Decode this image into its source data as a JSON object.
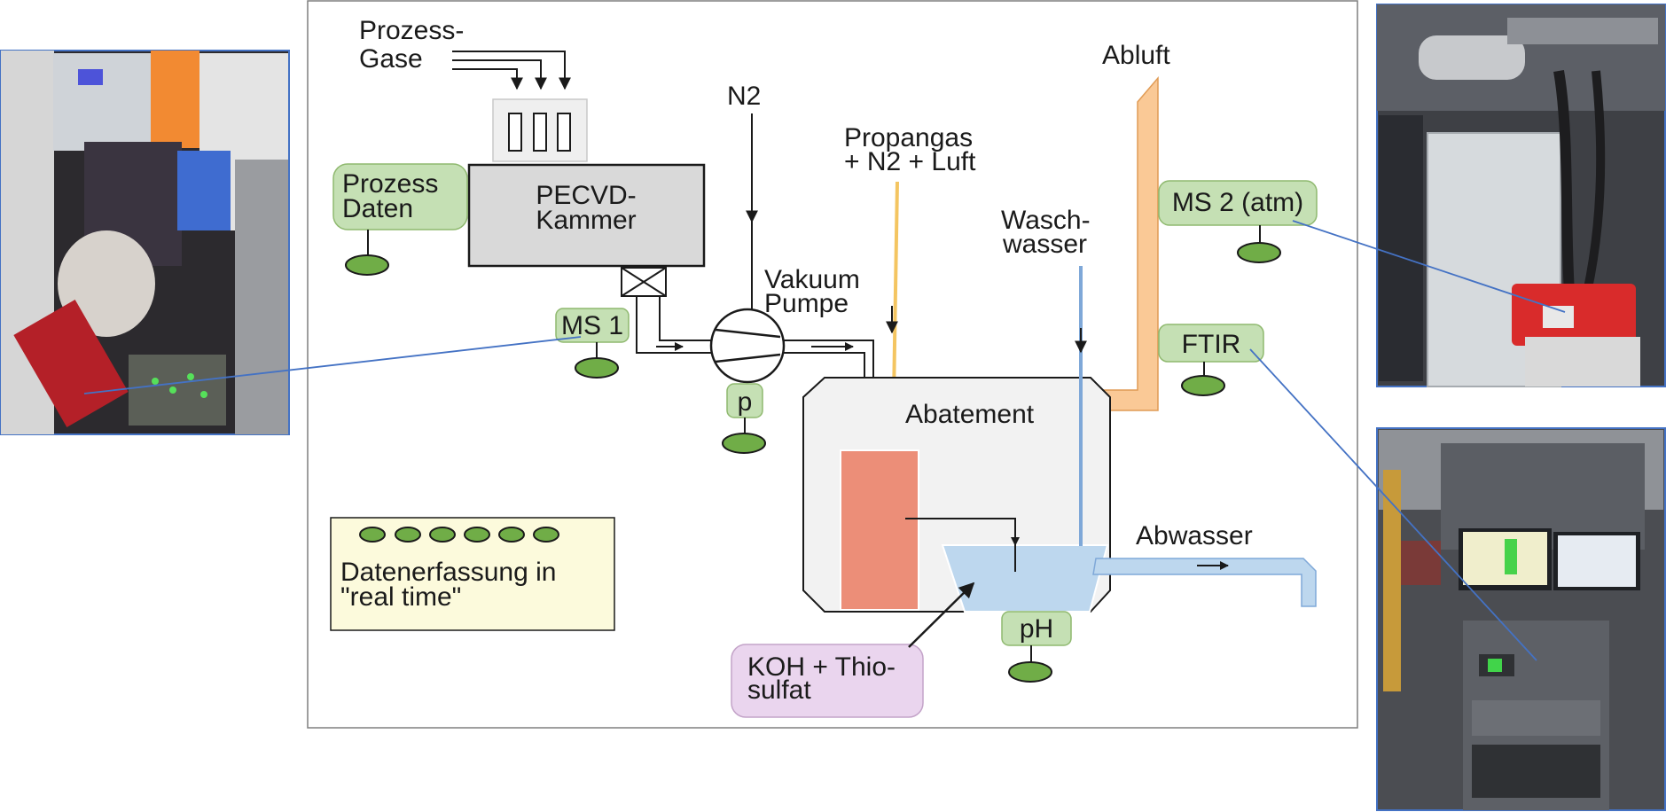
{
  "labels": {
    "prozess_gase_1": "Prozess-",
    "prozess_gase_2": "Gase",
    "n2": "N2",
    "kammer_1": "PECVD-",
    "kammer_2": "Kammer",
    "prozess_daten_1": "Prozess",
    "prozess_daten_2": "Daten",
    "ms1": "MS 1",
    "vakuum_1": "Vakuum",
    "vakuum_2": "Pumpe",
    "p": "p",
    "propangas_1": "Propangas",
    "propangas_2": "+ N2 + Luft",
    "abluft": "Abluft",
    "wasch_1": "Wasch-",
    "wasch_2": "wasser",
    "ms2": "MS 2 (atm)",
    "ftir": "FTIR",
    "abatement": "Abatement",
    "abwasser": "Abwasser",
    "ph": "pH",
    "koh_1": "KOH + Thio-",
    "koh_2": "sulfat",
    "daten_1": "Datenerfassung in",
    "daten_2": "\"real time\""
  },
  "colors": {
    "sensor_fill": "#c5e0b4",
    "sensor_stroke": "#8fb96f",
    "sensor_dot": "#70ad47",
    "chamber_fill": "#d9d9d9",
    "abatement_fill": "#f2f2f2",
    "reactor_fill": "#ec8e78",
    "water_fill": "#bdd7ee",
    "propan_line": "#f4c561",
    "abluft_fill": "#fac996",
    "koh_fill": "#ead5ee",
    "legend_fill": "#fcfadc",
    "photo_border": "#4472c4",
    "leader_line": "#4472c4"
  },
  "photos": {
    "left": "Photograph: PECVD lab equipment with red mass spectrometer",
    "top_right": "Photograph: exhaust duct and red MS 2 (atm) analyzer",
    "bottom_right": "Photograph: FTIR analyzer rack with monitors"
  }
}
